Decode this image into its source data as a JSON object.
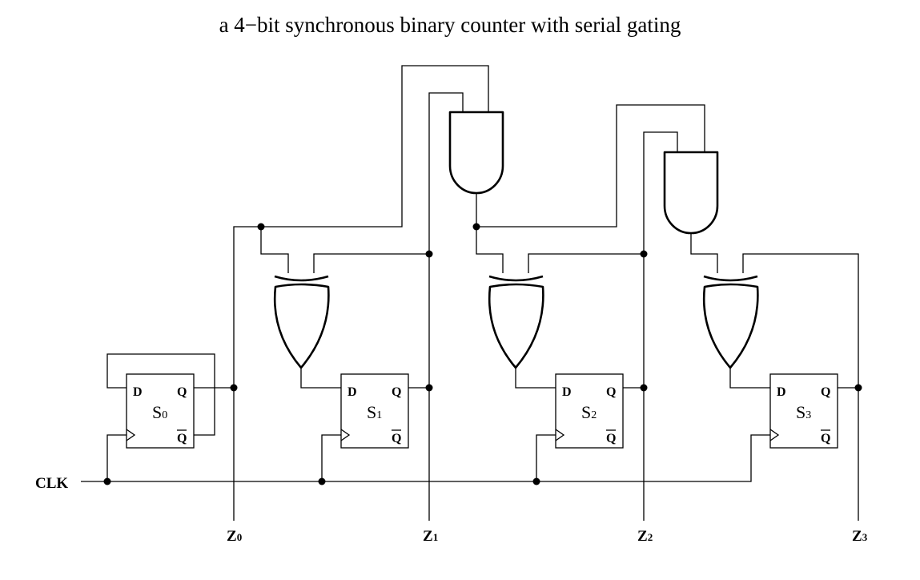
{
  "diagram": {
    "title": "a 4−bit synchronous binary counter with serial gating",
    "clock_label": "CLK",
    "flip_flops": [
      {
        "name": "S",
        "index": "0",
        "d": "D",
        "q": "Q",
        "qbar": "Q"
      },
      {
        "name": "S",
        "index": "1",
        "d": "D",
        "q": "Q",
        "qbar": "Q"
      },
      {
        "name": "S",
        "index": "2",
        "d": "D",
        "q": "Q",
        "qbar": "Q"
      },
      {
        "name": "S",
        "index": "3",
        "d": "D",
        "q": "Q",
        "qbar": "Q"
      }
    ],
    "outputs": [
      {
        "name": "Z",
        "index": "0"
      },
      {
        "name": "Z",
        "index": "1"
      },
      {
        "name": "Z",
        "index": "2"
      },
      {
        "name": "Z",
        "index": "3"
      }
    ]
  }
}
